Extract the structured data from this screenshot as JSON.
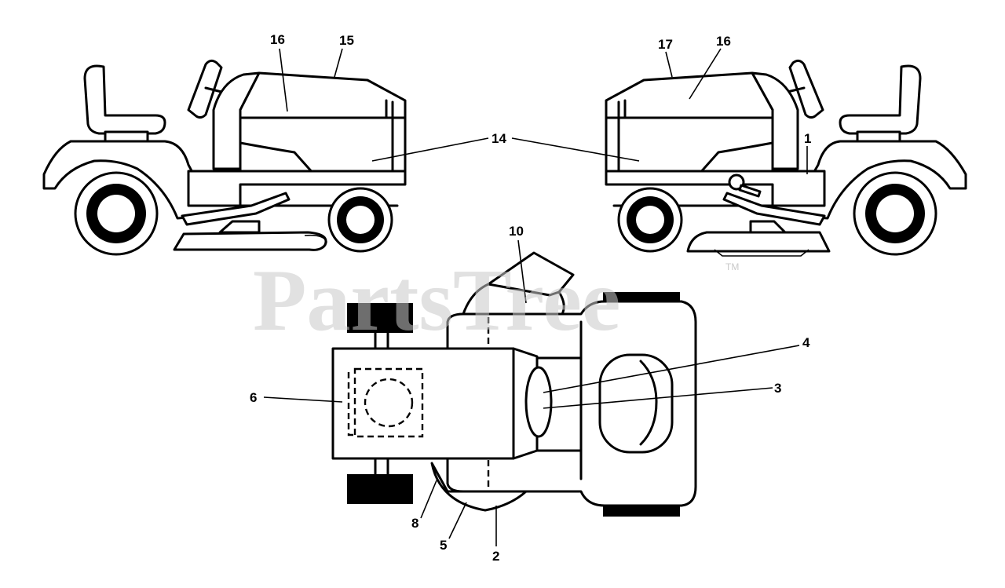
{
  "watermark": {
    "text": "PartsTree",
    "trademark": "TM"
  },
  "callouts": {
    "c16_left": "16",
    "c15": "15",
    "c17": "17",
    "c16_right": "16",
    "c14": "14",
    "c1": "1",
    "c10": "10",
    "c4": "4",
    "c3": "3",
    "c6": "6",
    "c8": "8",
    "c5": "5",
    "c2": "2"
  }
}
